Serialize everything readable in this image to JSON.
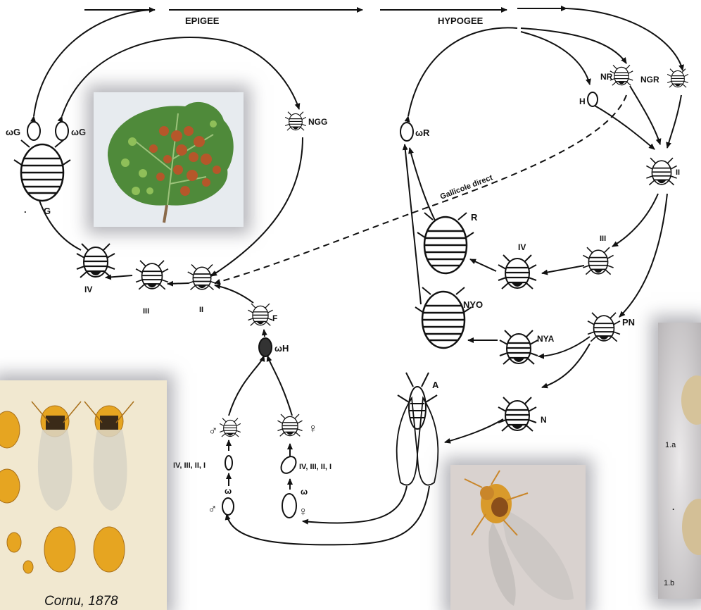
{
  "top": {
    "epigee": "EPIGEE",
    "hypogee": "HYPOGEE"
  },
  "gallicole_label": "Gallicole direct",
  "nodes": {
    "wG_left": "ωG",
    "wG_right": "ωG",
    "G": "G",
    "NGG": "NGG",
    "wR": "ωR",
    "H": "H",
    "NR": "NR",
    "NGR": "NGR",
    "II_right": "II",
    "III_right": "III",
    "IV_right": "IV",
    "R": "R",
    "NYO": "NYO",
    "NYA": "NYA",
    "PN": "PN",
    "N": "N",
    "A": "A",
    "IV_left": "IV",
    "III_left": "III",
    "II_left": "II",
    "F": "F",
    "wH": "ωH",
    "male_sym": "♂",
    "female_sym": "♀",
    "male_stages": "IV, III, II, I",
    "female_stages": "IV, III, II, I",
    "male_egg_w": "ω",
    "male_egg_sym": "♂",
    "female_egg_w": "ω",
    "female_egg_sym": "♀"
  },
  "plate": {
    "caption": "Cornu, 1878"
  },
  "specimen": {
    "label_a": "1.a",
    "label_b": "1.b",
    "dot": "."
  },
  "colors": {
    "ink": "#111111",
    "leaf": "#4f8a3a",
    "gall": "#b5572a",
    "amber": "#d99a2b",
    "plate_bg": "#f1e8d0"
  }
}
